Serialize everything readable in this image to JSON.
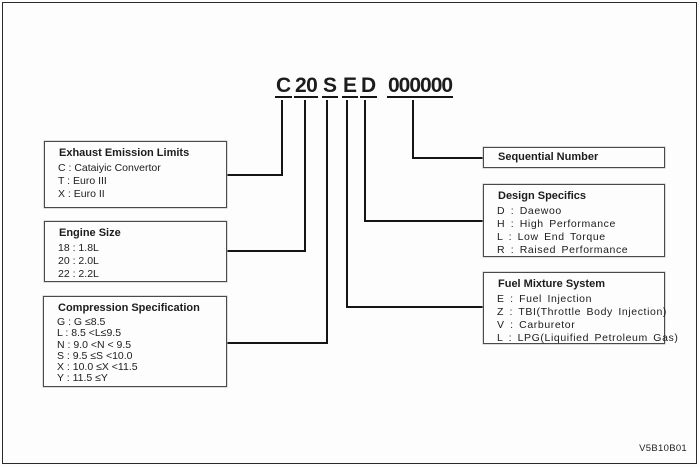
{
  "code": {
    "segments": [
      "C",
      "20",
      "S",
      "E",
      "D",
      "000000"
    ]
  },
  "boxes": {
    "exhaust_emission_limits": {
      "title": "Exhaust Emission Limits",
      "items": [
        "C : Cataiyic Convertor",
        "T : Euro  III",
        "X : Euro  II"
      ]
    },
    "engine_size": {
      "title": "Engine Size",
      "items": [
        "18 : 1.8L",
        "20 : 2.0L",
        "22 : 2.2L"
      ]
    },
    "compression_specification": {
      "title": "Compression Specification",
      "items": [
        "G : G ≤8.5",
        "L : 8.5 <L≤9.5",
        "N : 9.0 <N < 9.5",
        "S : 9.5 ≤S <10.0",
        "X : 10.0 ≤X <11.5",
        "Y : 11.5 ≤Y"
      ]
    },
    "sequential_number": {
      "title": "Sequential Number"
    },
    "design_specifics": {
      "title": "Design Specifics",
      "items": [
        "D : Daewoo",
        "H : High Performance",
        "L : Low End Torque",
        "R : Raised Performance"
      ]
    },
    "fuel_mixture_system": {
      "title": "Fuel Mixture System",
      "items": [
        "E : Fuel Injection",
        "Z : TBI(Throttle Body Injection)",
        "V : Carburetor",
        "L : LPG(Liquified Petroleum Gas)"
      ]
    }
  },
  "footer": {
    "document_code": "V5B10B01"
  },
  "colors": {
    "line": "#151515",
    "box_border": "#4a4a4a",
    "text": "#1c1c1c",
    "background": "#fdfdfd"
  }
}
